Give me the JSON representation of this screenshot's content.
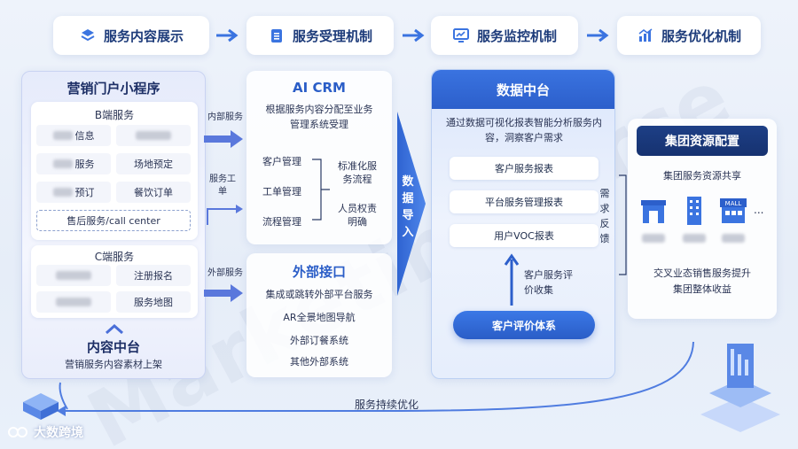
{
  "header": {
    "steps": [
      "服务内容展示",
      "服务受理机制",
      "服务监控机制",
      "服务优化机制"
    ]
  },
  "left": {
    "title": "营销门户小程序",
    "b_section": "B端服务",
    "b_items": [
      "信息",
      "服务",
      "预订",
      "场地预定",
      "餐饮订单"
    ],
    "after_sales": "售后服务/call center",
    "c_section": "C端服务",
    "c_items": [
      "注册报名",
      "服务地图"
    ],
    "content_title": "内容中台",
    "content_desc": "营销服务内容素材上架"
  },
  "crm": {
    "title": "AI CRM",
    "desc": "根据服务内容分配至业务管理系统受理",
    "items": [
      "客户管理",
      "工单管理",
      "流程管理"
    ],
    "notes": [
      "标准化服务流程",
      "人员权责明确"
    ]
  },
  "flow_labels": {
    "internal": "内部服务",
    "ticket": "服务工单",
    "external": "外部服务",
    "data_import": [
      "数",
      "据",
      "导",
      "入"
    ],
    "feedback": [
      "需",
      "求",
      "反",
      "馈"
    ],
    "eval_collect": "客户服务评价收集",
    "continuous": "服务持续优化"
  },
  "external": {
    "title": "外部接口",
    "items": [
      "集成或跳转外部平台服务",
      "AR全景地图导航",
      "外部订餐系统",
      "其他外部系统"
    ]
  },
  "data_center": {
    "title": "数据中台",
    "desc": "通过数据可视化报表智能分析服务内容，洞察客户需求",
    "reports": [
      "客户服务报表",
      "平台服务管理报表",
      "用户VOC报表"
    ],
    "eval_system": "客户评价体系"
  },
  "group": {
    "title": "集团资源配置",
    "share": "集团服务资源共享",
    "mall_label": "MALL",
    "dots": "...",
    "benefit": "交叉业态销售服务提升集团整体收益"
  },
  "brand": {
    "logo_text": "大数跨境",
    "watermark": "MarketingForce"
  },
  "colors": {
    "accent": "#2c5fcb",
    "navy": "#163270",
    "panel_bg": "#ffffff"
  }
}
